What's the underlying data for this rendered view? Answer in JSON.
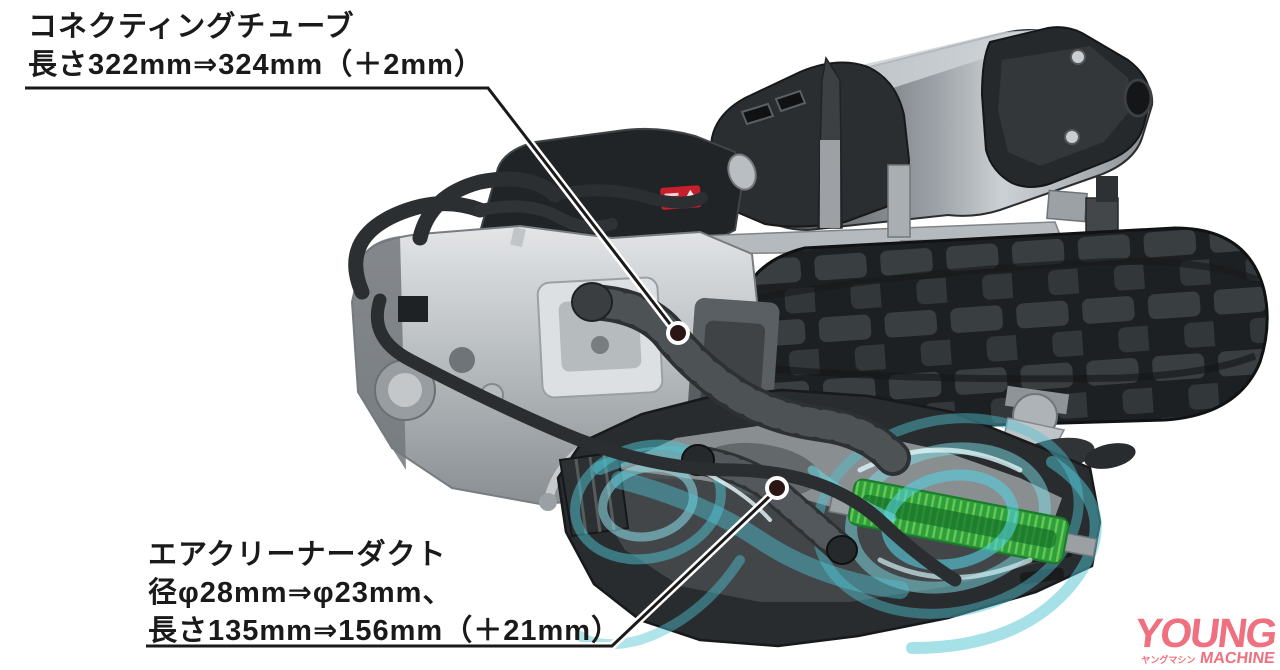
{
  "colors": {
    "text": "#1a1a1a",
    "logo": "#ef707e",
    "airflow": "#4fc3d2",
    "airflow_light": "#a8e4ea",
    "filter": "#2da03c",
    "caution": "#c81f2d"
  },
  "callouts": {
    "connecting_tube": {
      "title": "コネクティングチューブ",
      "spec": "長さ322mm⇒324mm（＋2mm）"
    },
    "air_cleaner_duct": {
      "title": "エアクリーナーダクト",
      "spec_diameter": "径φ28mm⇒φ23mm、",
      "spec_length": "長さ135mm⇒156mm（＋21mm）"
    }
  },
  "logo": {
    "name": "YOUNG",
    "sub": "MACHINE",
    "katakana": "ヤングマシン"
  },
  "illustration": {
    "subject": "scooter-engine-intake-cutaway",
    "parts": [
      "engine-block",
      "connecting-tube",
      "air-cleaner-box",
      "air-cleaner-duct",
      "filter-element",
      "airflow-swirls",
      "muffler",
      "rear-tire"
    ]
  }
}
